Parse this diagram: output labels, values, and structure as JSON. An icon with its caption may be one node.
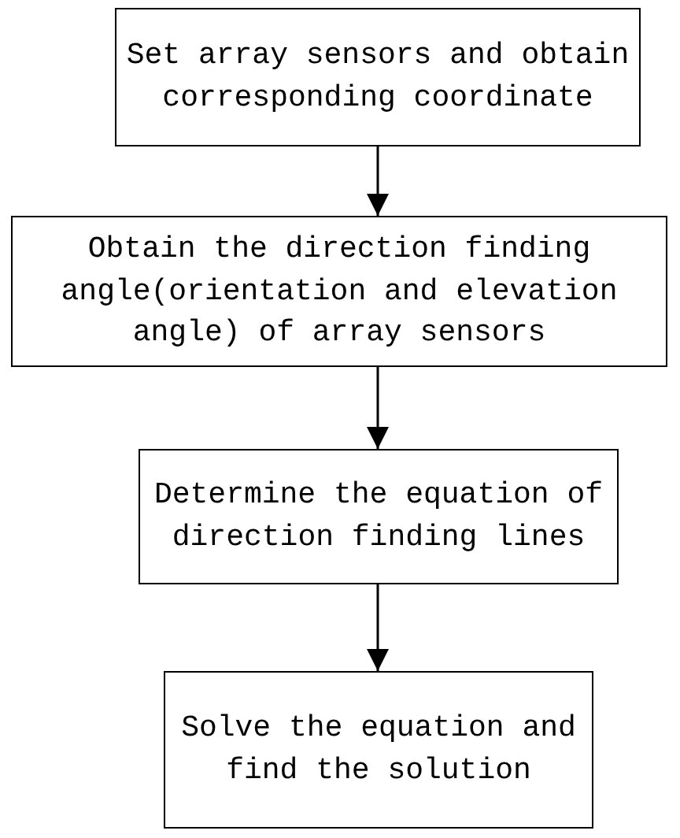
{
  "diagram": {
    "nodes": [
      {
        "text": [
          "Set array sensors and obtain corresponding coordinate"
        ]
      },
      {
        "text": [
          "Obtain the direction finding angle(orientation and elevation angle) of array sensors"
        ]
      },
      {
        "text": [
          "Determine the equation of direction finding lines"
        ]
      },
      {
        "text": [
          "Solve the equation and find the solution"
        ]
      }
    ],
    "edges": [
      {
        "from": 0,
        "to": 1,
        "arrow": "to"
      },
      {
        "from": 1,
        "to": 2,
        "arrow": "to"
      },
      {
        "from": 2,
        "to": 3,
        "arrow": "to"
      }
    ]
  }
}
